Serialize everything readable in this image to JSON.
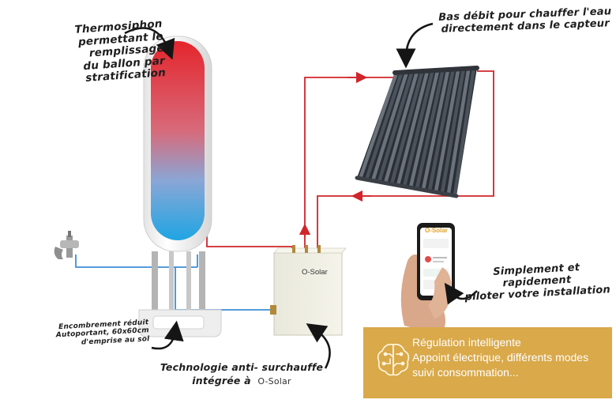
{
  "annotations": {
    "thermosiphon": [
      "Thermosiphon",
      "permettant le remplissage",
      "du ballon par stratification"
    ],
    "bas_debit": [
      "Bas débit pour chauffer l'eau",
      "directement dans le capteur"
    ],
    "pilotage": [
      "Simplement et rapidement",
      "piloter votre installation"
    ],
    "encombrement": [
      "Encombrement réduit",
      "Autoportant, 60x60cm",
      "d'emprise au sol"
    ],
    "technologie": [
      "Technologie anti- surchauffe",
      "intégrée à"
    ]
  },
  "brand": {
    "name": "O-Solar",
    "color": "#e0a12a"
  },
  "info_box": {
    "lines": [
      "Régulation intelligente",
      "Appoint électrique, différents modes",
      "suivi consommation..."
    ],
    "background": "#d9a94a",
    "icon": "brain-circuit-icon"
  },
  "colors": {
    "hot_pipe": "#d0252b",
    "cold_pipe": "#3f8fd6",
    "tank_hot": "#e8252a",
    "tank_cold": "#2fa6e0",
    "control_box": "#efeee4"
  }
}
